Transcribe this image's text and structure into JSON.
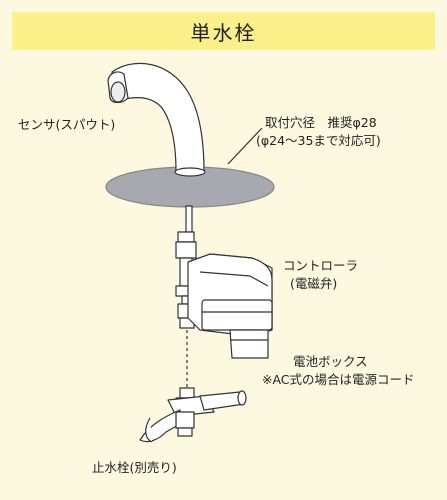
{
  "title": "単水栓",
  "labels": {
    "sensor": "センサ(スパウト)",
    "hole_line1": "取付穴径　推奨φ28",
    "hole_line2": "(φ24〜35まで対応可)",
    "controller_line1": "コントローラ",
    "controller_line2": "(電磁弁)",
    "battery_line1": "電池ボックス",
    "battery_line2": "※AC式の場合は電源コード",
    "valve": "止水栓(別売り)"
  },
  "colors": {
    "background": "#fdf8e0",
    "title_bar": "#fbf08a",
    "counter": "#a8a8b0",
    "line": "#333333",
    "fill": "#ffffff"
  }
}
